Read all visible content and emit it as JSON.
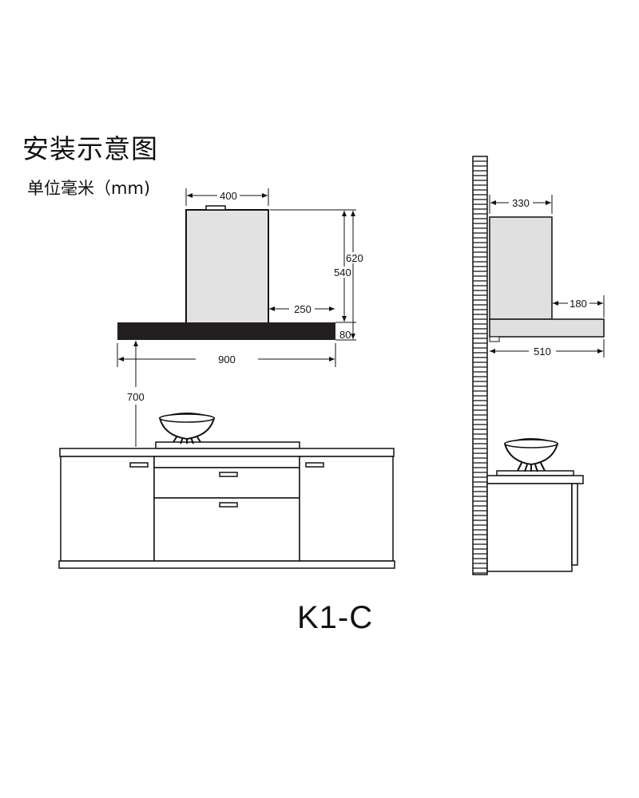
{
  "title": "安装示意图",
  "unit": "单位毫米（mm)",
  "model": "K1-C",
  "front_view": {
    "dimensions": {
      "chimney_width": "400",
      "total_height": "620",
      "chimney_height": "540",
      "chimney_offset": "250",
      "canopy_thickness": "80",
      "canopy_width": "900",
      "mount_height": "700"
    }
  },
  "side_view": {
    "dimensions": {
      "chimney_depth": "330",
      "canopy_overhang": "180",
      "total_depth": "510"
    }
  }
}
